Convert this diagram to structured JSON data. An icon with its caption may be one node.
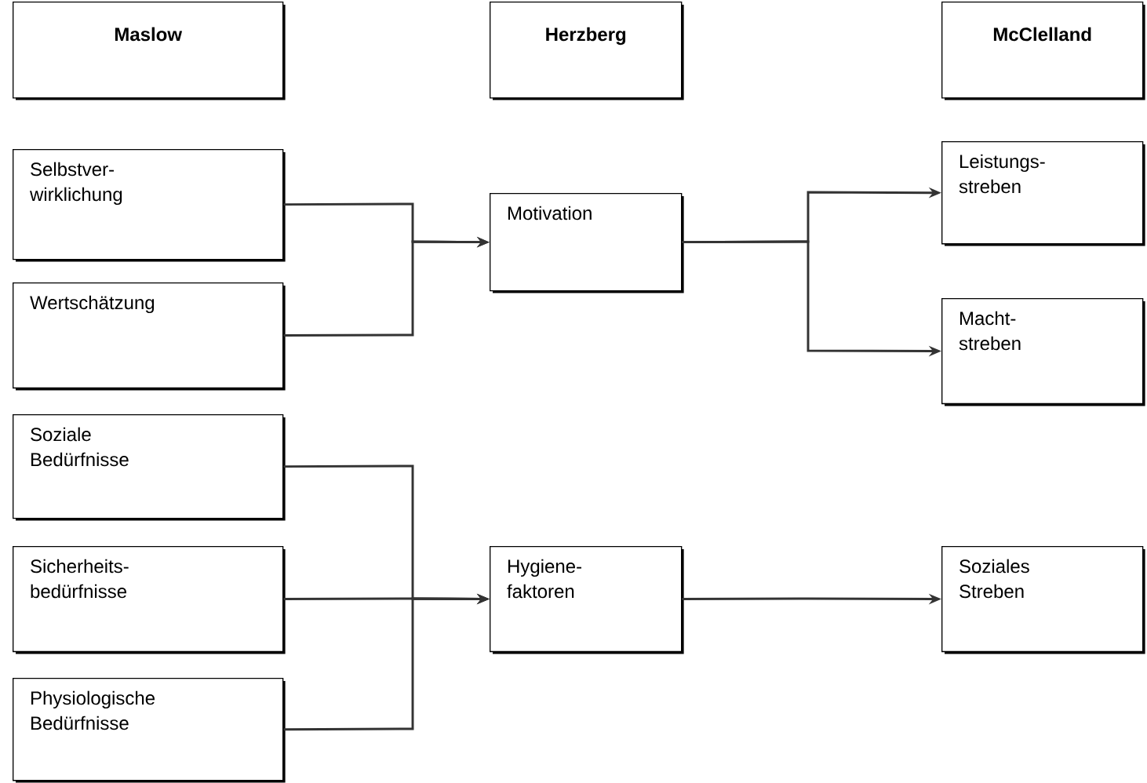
{
  "diagram": {
    "nodes": [
      {
        "text": [
          "Maslow"
        ]
      },
      {
        "text": [
          "Herzberg"
        ]
      },
      {
        "text": [
          "McClelland"
        ]
      },
      {
        "text": [
          "Selbstver- wirklichung"
        ]
      },
      {
        "text": [
          "Wertschätzung"
        ]
      },
      {
        "text": [
          "Soziale Bedürfnisse"
        ]
      },
      {
        "text": [
          "Sicherheits- bedürfnisse"
        ]
      },
      {
        "text": [
          "Physiologische Bedürfnisse"
        ]
      },
      {
        "text": [
          "Motivation"
        ]
      },
      {
        "text": [
          "Hygiene- faktoren"
        ]
      },
      {
        "text": [
          "Leistungs- streben"
        ]
      },
      {
        "text": [
          "Macht- streben"
        ]
      },
      {
        "text": [
          "Soziales Streben"
        ]
      }
    ],
    "edges": [
      {
        "from": 3,
        "to": 8,
        "arrow": "to"
      },
      {
        "from": 4,
        "to": 8,
        "arrow": "to"
      },
      {
        "from": 5,
        "to": 9,
        "arrow": "to"
      },
      {
        "from": 6,
        "to": 9,
        "arrow": "to"
      },
      {
        "from": 7,
        "to": 9,
        "arrow": "to"
      },
      {
        "from": 8,
        "to": 10,
        "arrow": "to"
      },
      {
        "from": 8,
        "to": 11,
        "arrow": "to"
      },
      {
        "from": 9,
        "to": 12,
        "arrow": "to"
      }
    ]
  }
}
